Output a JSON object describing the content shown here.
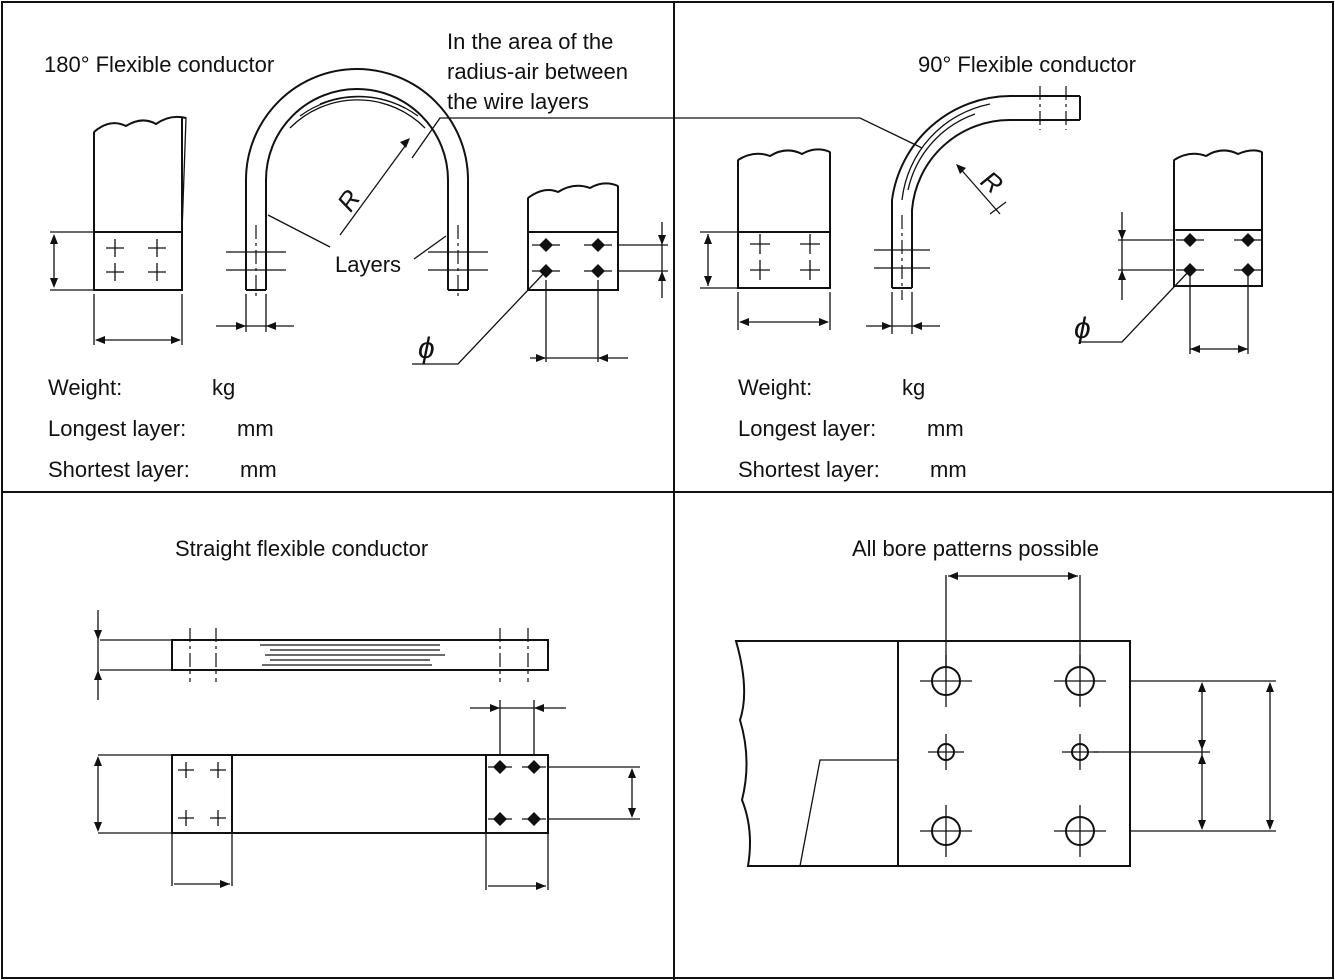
{
  "panels": {
    "top_left": {
      "title": "180° Flexible conductor",
      "callout": [
        "In the area of the",
        "radius-air between",
        "the wire layers"
      ],
      "layers_label": "Layers",
      "radius_symbol": "R",
      "diameter_symbol": "ϕ",
      "specs": [
        {
          "label": "Weight:",
          "unit": "kg"
        },
        {
          "label": "Longest layer:",
          "unit": "mm"
        },
        {
          "label": "Shortest layer:",
          "unit": "mm"
        }
      ]
    },
    "top_right": {
      "title": "90° Flexible conductor",
      "radius_symbol": "R",
      "diameter_symbol": "ϕ",
      "specs": [
        {
          "label": "Weight:",
          "unit": "kg"
        },
        {
          "label": "Longest layer:",
          "unit": "mm"
        },
        {
          "label": "Shortest layer:",
          "unit": "mm"
        }
      ]
    },
    "bottom_left": {
      "title": "Straight flexible conductor"
    },
    "bottom_right": {
      "title": "All bore patterns possible"
    }
  }
}
